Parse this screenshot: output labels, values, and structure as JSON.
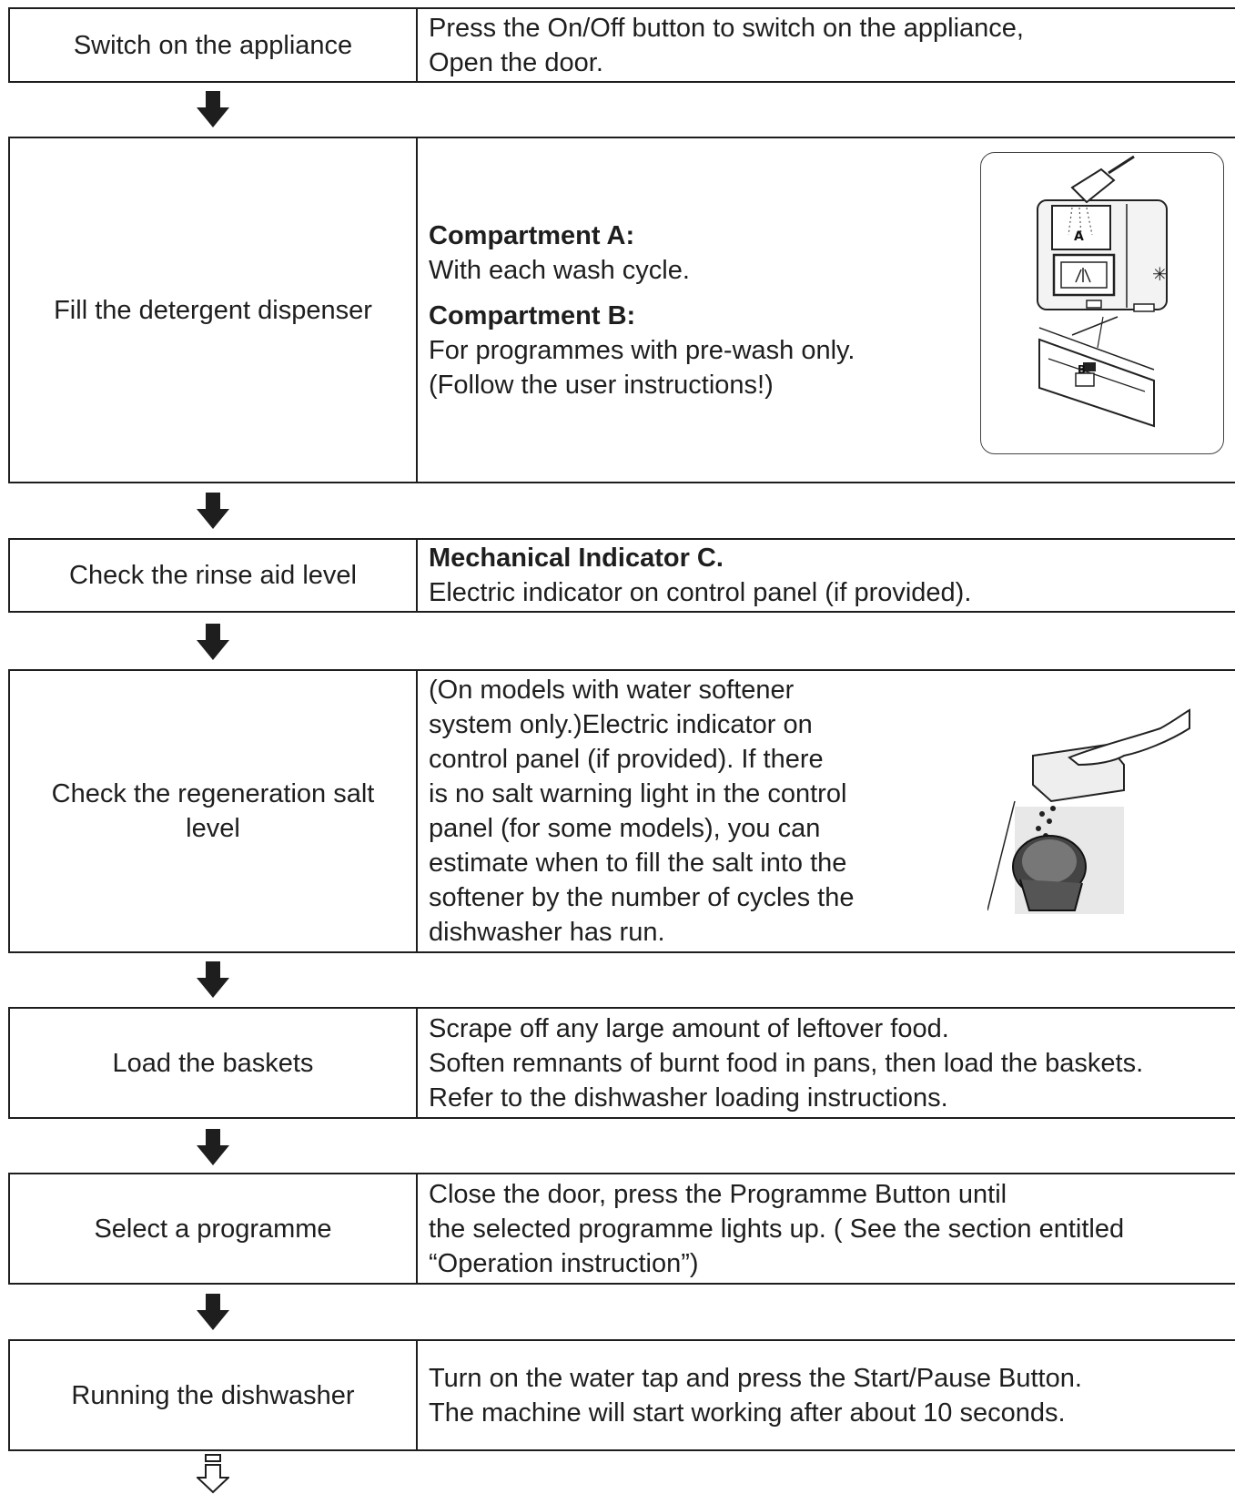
{
  "steps": [
    {
      "title": "Switch on the appliance",
      "lines": [
        {
          "text": "Press the On/Off button to switch on the appliance,",
          "bold": false
        },
        {
          "text": "Open the door.",
          "bold": false
        }
      ]
    },
    {
      "title": "Fill the detergent dispenser",
      "lines": [
        {
          "text": "Compartment A:",
          "bold": true
        },
        {
          "text": "With each wash cycle.",
          "bold": false
        },
        {
          "text": "Compartment B:",
          "bold": true
        },
        {
          "text": "For programmes with pre-wash only.",
          "bold": false
        },
        {
          "text": "(Follow the user instructions!)",
          "bold": false
        }
      ],
      "figure_labels": {
        "a": "A",
        "b": "B"
      }
    },
    {
      "title": "Check the rinse aid level",
      "lines": [
        {
          "text": "Mechanical Indicator C.",
          "bold": true
        },
        {
          "text": "Electric indicator on control panel (if provided).",
          "bold": false
        }
      ]
    },
    {
      "title": "Check the regeneration salt level",
      "lines": [
        {
          "text": "(On models with water softener",
          "bold": false
        },
        {
          "text": "system only.)Electric indicator on",
          "bold": false
        },
        {
          "text": "control panel (if provided). If there",
          "bold": false
        },
        {
          "text": "is no salt warning light  in the control",
          "bold": false
        },
        {
          "text": "panel (for some models), you can",
          "bold": false
        },
        {
          "text": "estimate when to fill the salt into the",
          "bold": false
        },
        {
          "text": "softener by the number of cycles the",
          "bold": false
        },
        {
          "text": "dishwasher has run.",
          "bold": false
        }
      ]
    },
    {
      "title": "Load the baskets",
      "lines": [
        {
          "text": "Scrape off any large amount of leftover food.",
          "bold": false
        },
        {
          "text": "Soften remnants of burnt food in pans, then load the baskets.",
          "bold": false
        },
        {
          "text": "Refer to the dishwasher loading instructions.",
          "bold": false
        }
      ]
    },
    {
      "title": "Select a programme",
      "lines": [
        {
          "text": "Close the door, press the Programme Button until",
          "bold": false
        },
        {
          "text": "the selected programme lights up. ( See the section entitled",
          "bold": false
        },
        {
          "text": "“Operation instruction”)",
          "bold": false
        }
      ]
    },
    {
      "title": "Running the dishwasher",
      "lines": [
        {
          "text": "Turn on the water tap and press the Start/Pause Button.",
          "bold": false
        },
        {
          "text": "The machine will start working after about 10 seconds.",
          "bold": false
        }
      ]
    }
  ],
  "icons": {
    "next_step": "down-arrow-icon",
    "end": "hollow-down-arrow-icon"
  }
}
